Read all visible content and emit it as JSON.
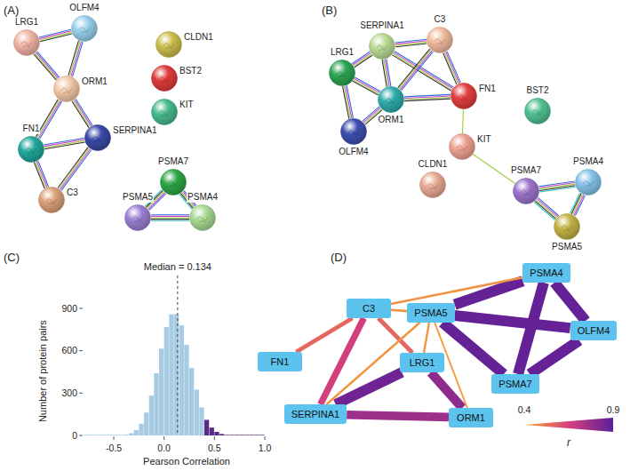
{
  "diagram": {
    "nodes": [
      {
        "text": [
          "LRG1"
        ]
      },
      {
        "text": [
          "OLFM4"
        ]
      },
      {
        "text": [
          "CLDN1"
        ]
      },
      {
        "text": [
          "BST2"
        ]
      },
      {
        "text": [
          "ORM1"
        ]
      },
      {
        "text": [
          "KIT"
        ]
      },
      {
        "text": [
          "SERPINA1"
        ]
      },
      {
        "text": [
          "FN1"
        ]
      },
      {
        "text": [
          "PSMA7"
        ]
      },
      {
        "text": [
          "C3"
        ]
      },
      {
        "text": [
          "PSMA5"
        ]
      },
      {
        "text": [
          "PSMA4"
        ]
      },
      {
        "text": [
          "C3"
        ]
      },
      {
        "text": [
          "SERPINA1"
        ]
      },
      {
        "text": [
          "LRG1"
        ]
      },
      {
        "text": [
          "ORM1"
        ]
      },
      {
        "text": [
          "FN1"
        ]
      },
      {
        "text": [
          "OLFM4"
        ]
      },
      {
        "text": [
          "BST2"
        ]
      },
      {
        "text": [
          "KIT"
        ]
      },
      {
        "text": [
          "CLDN1"
        ]
      },
      {
        "text": [
          "PSMA7"
        ]
      },
      {
        "text": [
          "PSMA4"
        ]
      },
      {
        "text": [
          "PSMA5"
        ]
      },
      {
        "text": [
          "PSMA4"
        ]
      },
      {
        "text": [
          "C3"
        ]
      },
      {
        "text": [
          "PSMA5"
        ]
      },
      {
        "text": [
          "OLFM4"
        ]
      },
      {
        "text": [
          "FN1"
        ]
      },
      {
        "text": [
          "LRG1"
        ]
      },
      {
        "text": [
          "PSMA7"
        ]
      },
      {
        "text": [
          "SERPINA1"
        ]
      },
      {
        "text": [
          "ORM1"
        ]
      }
    ],
    "edges": [
      {
        "from": 0,
        "to": 1,
        "arrow": "none"
      },
      {
        "from": 0,
        "to": 4,
        "arrow": "none"
      },
      {
        "from": 1,
        "to": 4,
        "arrow": "none"
      },
      {
        "from": 4,
        "to": 6,
        "arrow": "none"
      },
      {
        "from": 4,
        "to": 7,
        "arrow": "none"
      },
      {
        "from": 7,
        "to": 6,
        "arrow": "none"
      },
      {
        "from": 7,
        "to": 9,
        "arrow": "none"
      },
      {
        "from": 6,
        "to": 9,
        "arrow": "none"
      },
      {
        "from": 8,
        "to": 10,
        "arrow": "none"
      },
      {
        "from": 8,
        "to": 11,
        "arrow": "none"
      },
      {
        "from": 10,
        "to": 11,
        "arrow": "none"
      },
      {
        "from": 14,
        "to": 13,
        "arrow": "none"
      },
      {
        "from": 14,
        "to": 15,
        "arrow": "none"
      },
      {
        "from": 14,
        "to": 17,
        "arrow": "none"
      },
      {
        "from": 17,
        "to": 15,
        "arrow": "none"
      },
      {
        "from": 13,
        "to": 12,
        "arrow": "none"
      },
      {
        "from": 13,
        "to": 15,
        "arrow": "none"
      },
      {
        "from": 13,
        "to": 16,
        "arrow": "none"
      },
      {
        "from": 12,
        "to": 16,
        "arrow": "none"
      },
      {
        "from": 12,
        "to": 15,
        "arrow": "none"
      },
      {
        "from": 15,
        "to": 16,
        "arrow": "none"
      },
      {
        "from": 16,
        "to": 19,
        "arrow": "none"
      },
      {
        "from": 19,
        "to": 21,
        "arrow": "none"
      },
      {
        "from": 21,
        "to": 22,
        "arrow": "none"
      },
      {
        "from": 21,
        "to": 23,
        "arrow": "none"
      },
      {
        "from": 22,
        "to": 23,
        "arrow": "none"
      },
      {
        "from": 24,
        "to": 26,
        "arrow": "none"
      },
      {
        "from": 24,
        "to": 27,
        "arrow": "none"
      },
      {
        "from": 24,
        "to": 30,
        "arrow": "none"
      },
      {
        "from": 26,
        "to": 27,
        "arrow": "none"
      },
      {
        "from": 26,
        "to": 30,
        "arrow": "none"
      },
      {
        "from": 30,
        "to": 27,
        "arrow": "none"
      },
      {
        "from": 31,
        "to": 29,
        "arrow": "none"
      },
      {
        "from": 29,
        "to": 32,
        "arrow": "none"
      },
      {
        "from": 31,
        "to": 32,
        "arrow": "none"
      },
      {
        "from": 25,
        "to": 31,
        "arrow": "none"
      },
      {
        "from": 28,
        "to": 25,
        "arrow": "none"
      },
      {
        "from": 25,
        "to": 29,
        "arrow": "none"
      },
      {
        "from": 25,
        "to": 24,
        "arrow": "none"
      },
      {
        "from": 25,
        "to": 26,
        "arrow": "none"
      },
      {
        "from": 26,
        "to": 29,
        "arrow": "none"
      },
      {
        "from": 26,
        "to": 31,
        "arrow": "none"
      },
      {
        "from": 26,
        "to": 32,
        "arrow": "none"
      }
    ],
    "labels": [
      "(A)",
      "(B)",
      "(C)",
      "(D)",
      "Median = 0.134",
      "900",
      "600",
      "300",
      "0",
      "-0.5",
      "0.0",
      "0.5",
      "1.0",
      "Number of protein pairs",
      "Pearson Correlation",
      "0.4",
      "0.9",
      "r"
    ]
  }
}
